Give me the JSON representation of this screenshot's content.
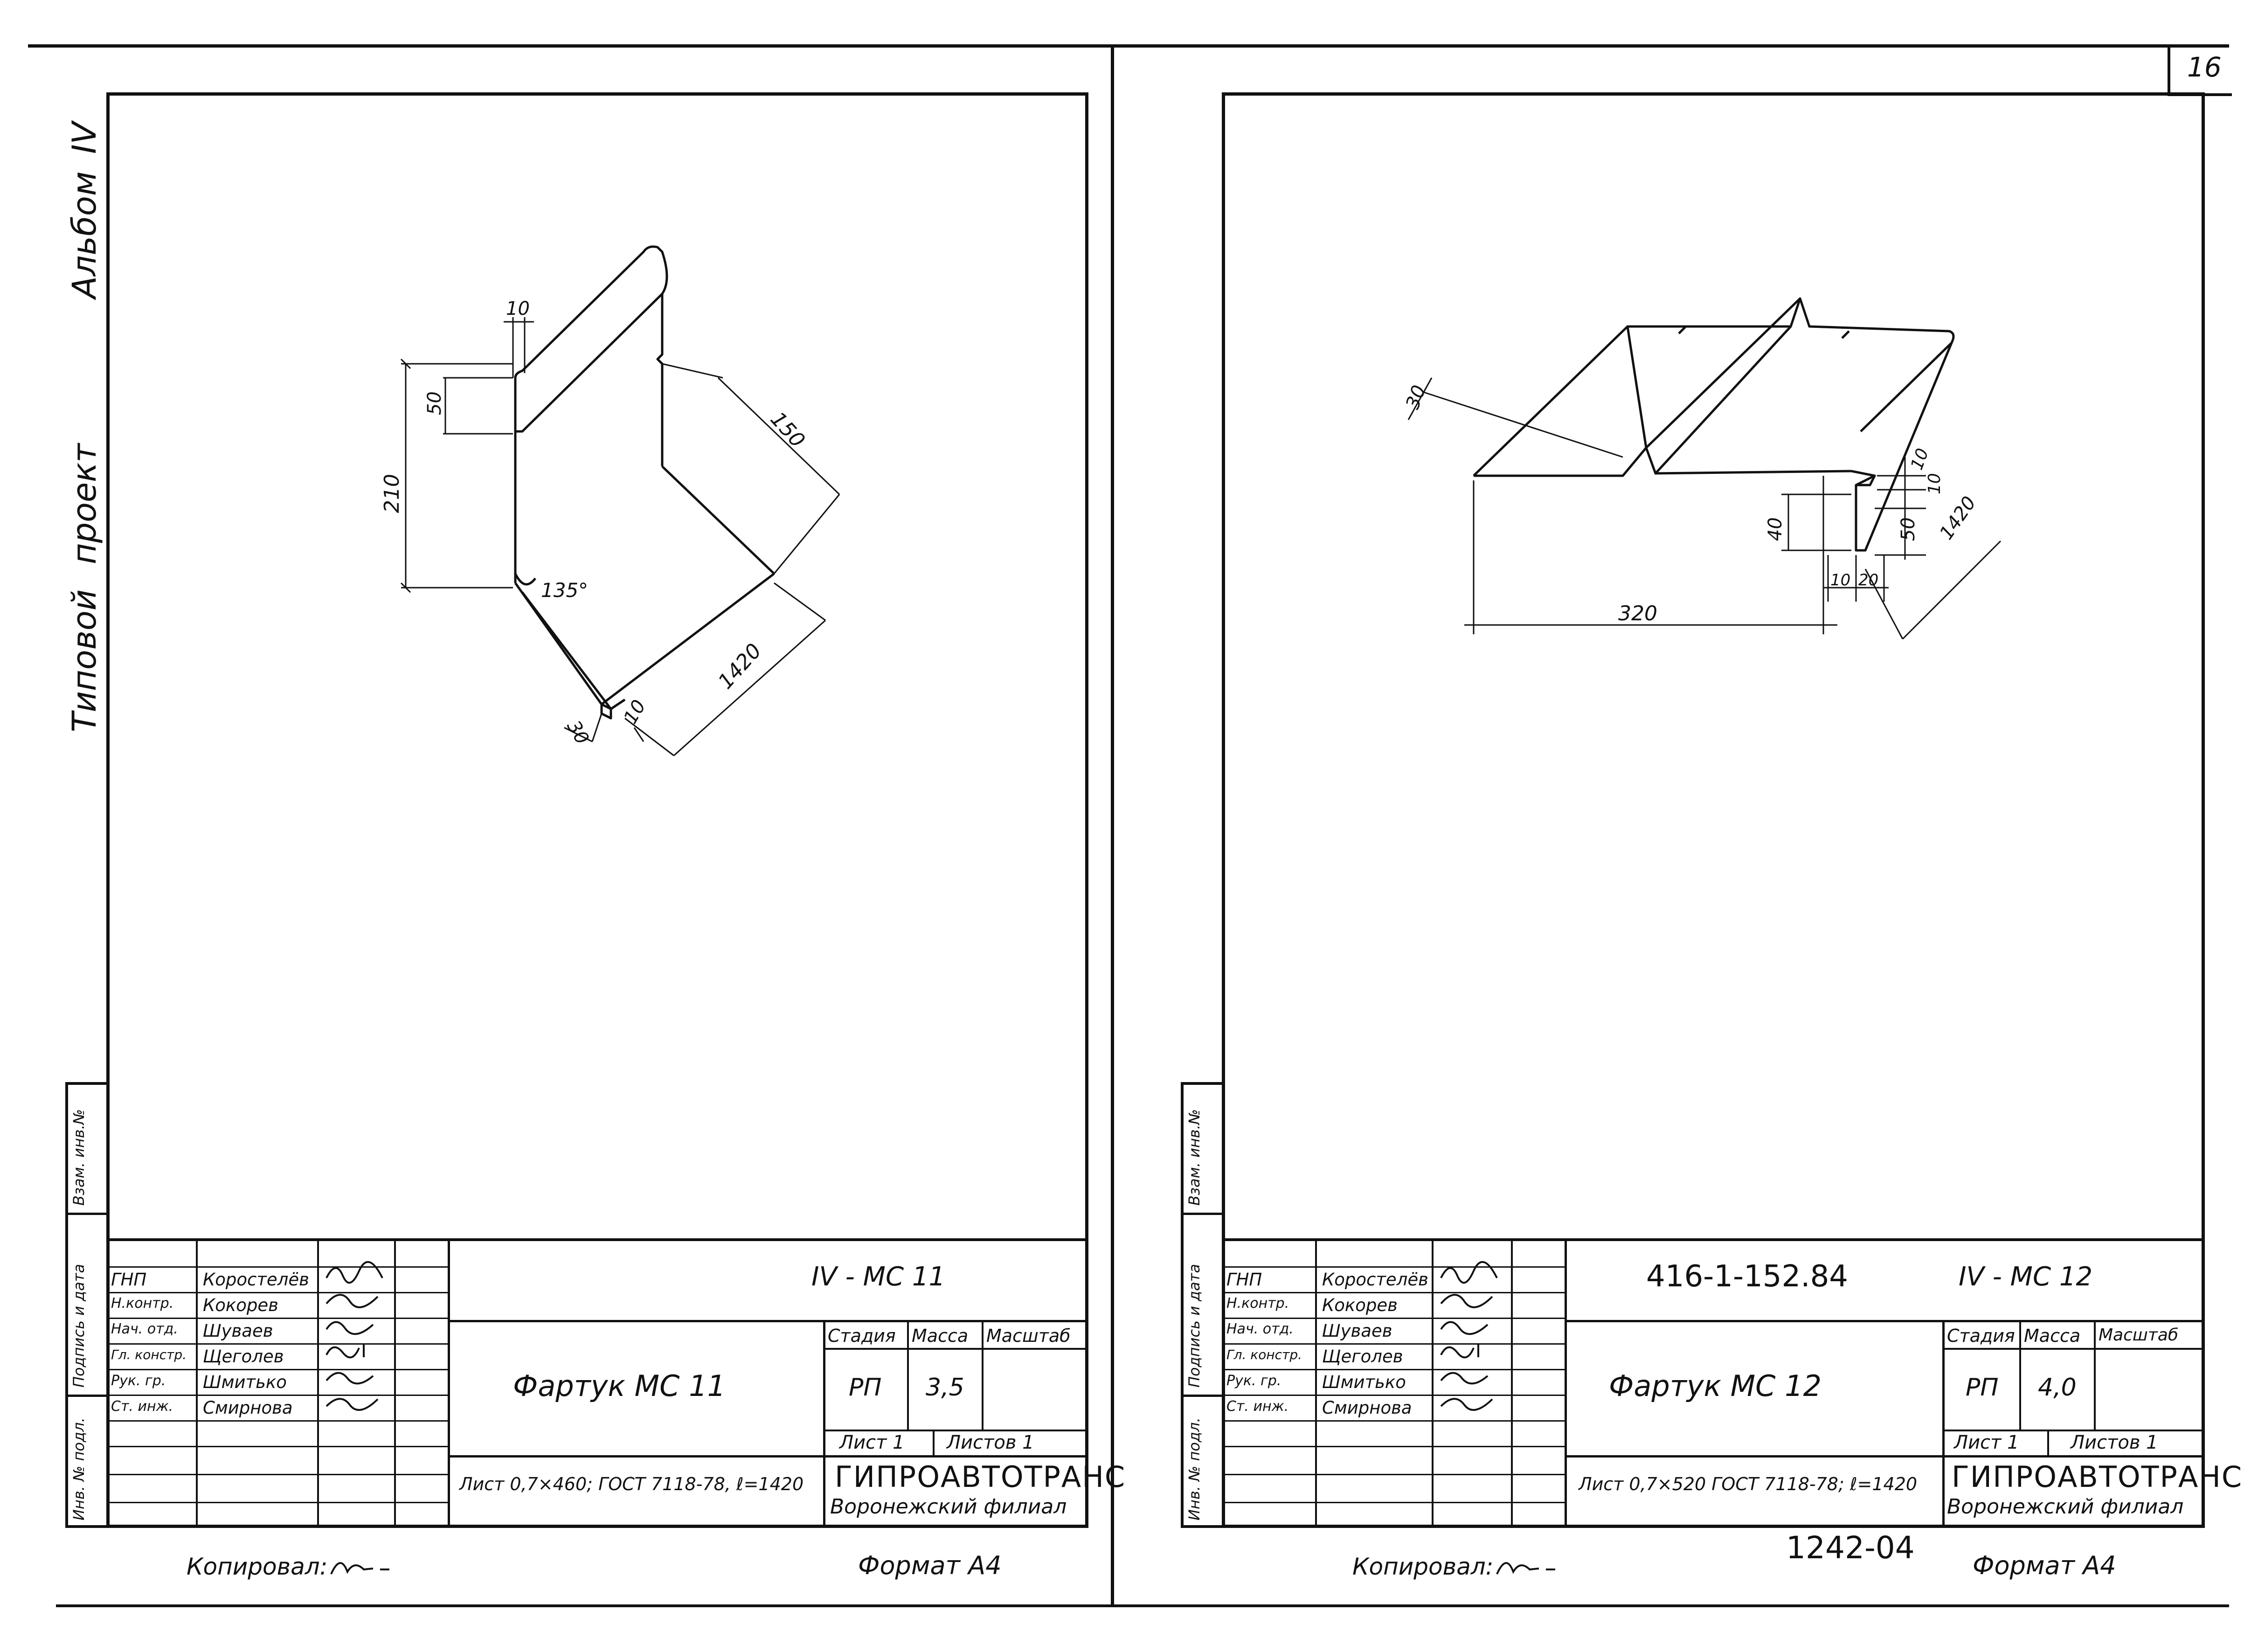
{
  "page_number": "16",
  "album_label": {
    "word1": "Типовой",
    "word2": "проект",
    "word3": "Альбом",
    "roman": "IV"
  },
  "side_stamp": {
    "left": [
      "Инв. № подл.",
      "Подпись и дата",
      "Взам. инв.№"
    ],
    "right": [
      "Инв. № подл.",
      "Подпись и дата",
      "Взам. инв.№"
    ]
  },
  "sheet_left": {
    "code": "IV - МС 11",
    "project_code": "",
    "title": "Фартук   МС  11",
    "stage_header": "Стадия",
    "mass_header": "Масса",
    "scale_header": "Масштаб",
    "stage": "РП",
    "mass": "3,5",
    "scale": "",
    "sheet_label": "Лист 1",
    "sheets_label": "Листов  1",
    "material": "Лист 0,7×460; ГОСТ 7118-78, ℓ=1420",
    "org_name": "ГИПРОАВТОТРАНС",
    "org_branch": "Воронежский филиал",
    "copied": "Копировал:",
    "format": "Формат  А4",
    "staff": [
      {
        "role": "ГНП",
        "name": "Коростелёв"
      },
      {
        "role": "Н.контр.",
        "name": "Кокорев"
      },
      {
        "role": "Нач. отд.",
        "name": "Шуваев"
      },
      {
        "role": "Гл. констр.",
        "name": "Щеголев"
      },
      {
        "role": "Рук. гр.",
        "name": "Шмитько"
      },
      {
        "role": "Ст. инж.",
        "name": "Смирнова"
      }
    ],
    "dims": {
      "d10a": "10",
      "d50": "50",
      "d210": "210",
      "d150": "150",
      "d135": "135°",
      "d30": "30",
      "d10b": "10",
      "d1420": "1420"
    }
  },
  "sheet_right": {
    "code": "IV - МС 12",
    "project_code": "416-1-152.84",
    "title": "Фартук   МС 12",
    "stage_header": "Стадия",
    "mass_header": "Масса",
    "scale_header": "Масштаб",
    "stage": "РП",
    "mass": "4,0",
    "scale": "",
    "sheet_label": "Лист 1",
    "sheets_label": "Листов 1",
    "material": "Лист 0,7×520 ГОСТ 7118-78; ℓ=1420",
    "org_name": "ГИПРОАВТОТРАНС",
    "org_branch": "Воронежский филиал",
    "copied": "Копировал:",
    "format": "Формат  А4",
    "archive": "1242-04",
    "staff": [
      {
        "role": "ГНП",
        "name": "Коростелёв"
      },
      {
        "role": "Н.контр.",
        "name": "Кокорев"
      },
      {
        "role": "Нач. отд.",
        "name": "Шуваев"
      },
      {
        "role": "Гл. констр.",
        "name": "Щеголев"
      },
      {
        "role": "Рук. гр.",
        "name": "Шмитько"
      },
      {
        "role": "Ст. инж.",
        "name": "Смирнова"
      }
    ],
    "dims": {
      "d30": "30",
      "d10a": "10",
      "d10b": "10",
      "d40": "40",
      "d50": "50",
      "d1420": "1420",
      "d10c": "10",
      "d20": "20",
      "d320": "320"
    }
  }
}
